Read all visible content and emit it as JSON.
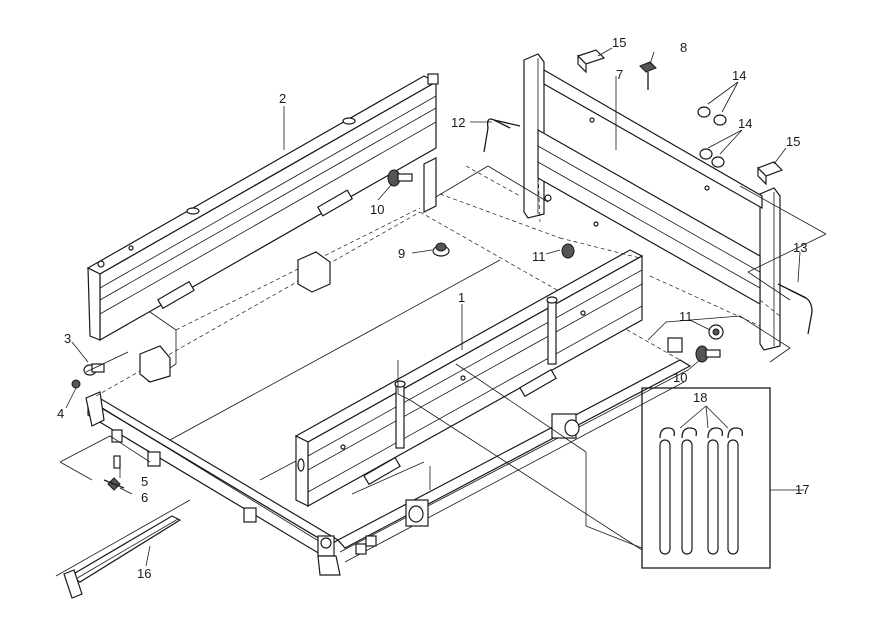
{
  "diagram": {
    "callouts": [
      "1",
      "2",
      "3",
      "4",
      "5",
      "6",
      "7",
      "8",
      "9",
      "10",
      "10",
      "11",
      "11",
      "12",
      "13",
      "14",
      "14",
      "15",
      "15",
      "16",
      "17",
      "18"
    ],
    "colors": {
      "line": "#1a1a1a",
      "background": "#ffffff",
      "shade": "#555555"
    }
  }
}
